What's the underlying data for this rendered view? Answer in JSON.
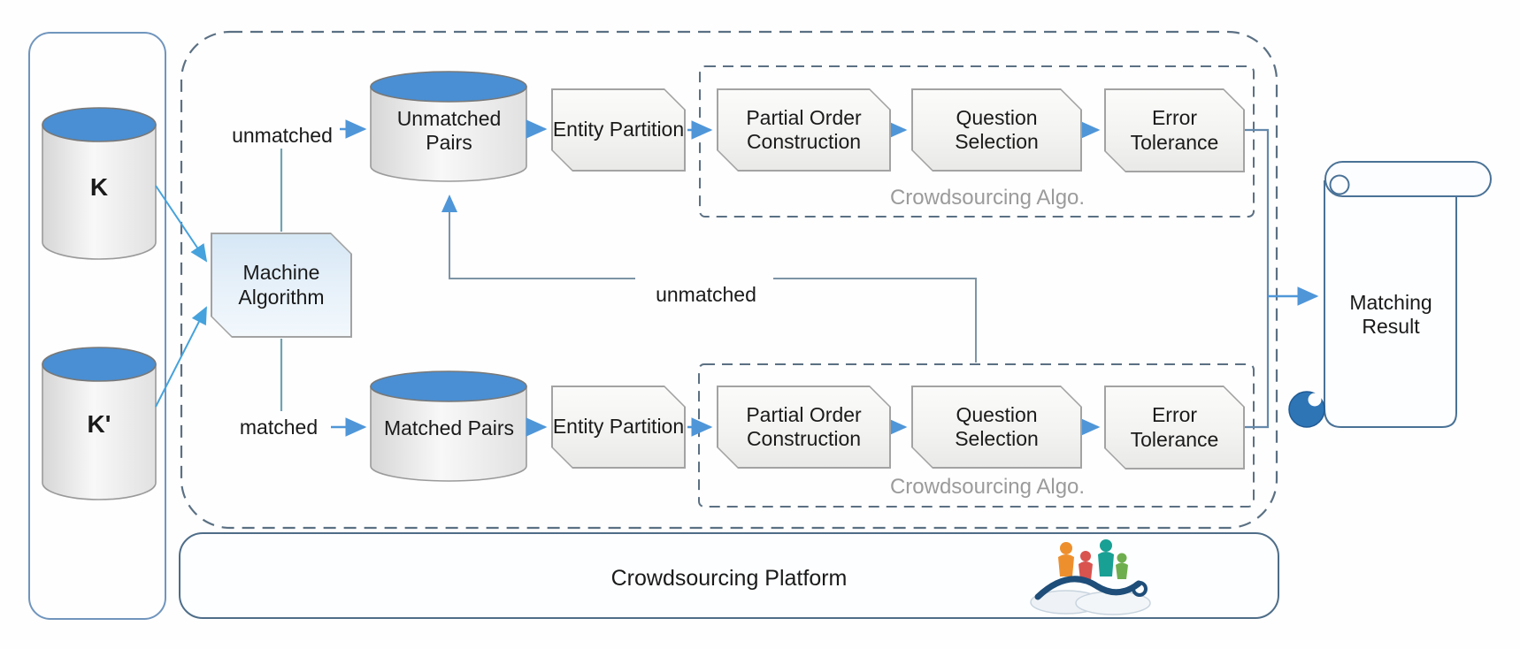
{
  "panel": {
    "k": "K",
    "k_prime": "K'"
  },
  "machine": {
    "label": "Machine Algorithm"
  },
  "edges": {
    "unmatched_top": "unmatched",
    "matched_bottom": "matched",
    "unmatched_feedback": "unmatched"
  },
  "top_pipeline": {
    "store": "Unmatched Pairs",
    "entity_partition": "Entity Partition",
    "partial_order": "Partial Order Construction",
    "question_selection": "Question Selection",
    "error_tolerance": "Error Tolerance",
    "caption": "Crowdsourcing Algo."
  },
  "bottom_pipeline": {
    "store": "Matched Pairs",
    "entity_partition": "Entity Partition",
    "partial_order": "Partial Order Construction",
    "question_selection": "Question Selection",
    "error_tolerance": "Error Tolerance",
    "caption": "Crowdsourcing Algo."
  },
  "result": {
    "label": "Matching Result"
  },
  "platform": {
    "label": "Crowdsourcing Platform"
  },
  "colors": {
    "arrow_blue": "#4f96d8",
    "elbow_blue": "#6589ab",
    "feedback_gray": "#7d94a5",
    "teal_connector": "#6fa3b5",
    "cylinder_top_blue": "#4a8fd3",
    "dashed_border": "#5b7083",
    "scroll_stroke": "#4a7296",
    "scroll_curl_blue": "#2e75b6",
    "caption_gray": "#9b9b9b"
  }
}
